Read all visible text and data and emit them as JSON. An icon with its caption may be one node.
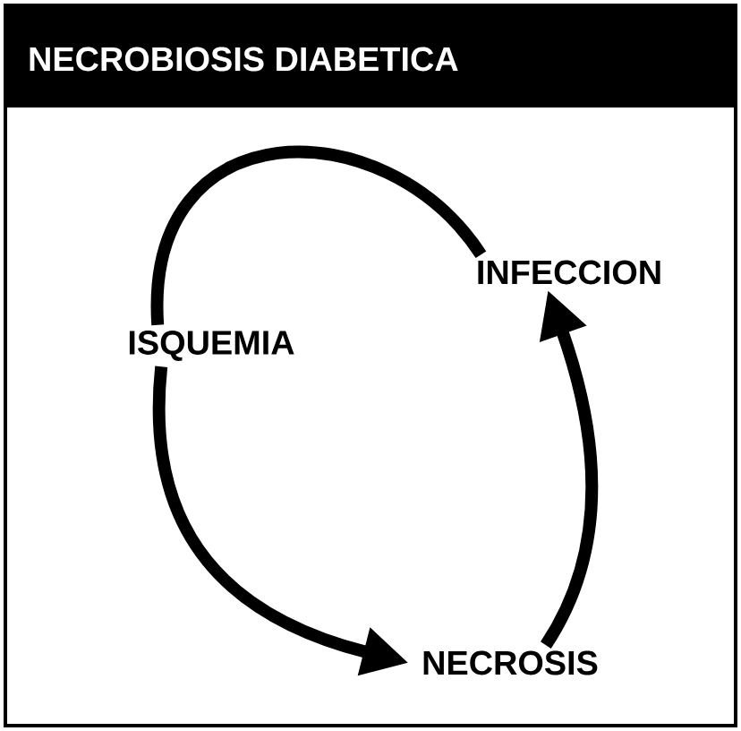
{
  "diagram": {
    "title": "NECROBIOSIS    DIABETICA",
    "nodes": [
      {
        "text": [
          "INFECCION"
        ]
      },
      {
        "text": [
          "ISQUEMIA"
        ]
      },
      {
        "text": [
          "NECROSIS"
        ]
      }
    ],
    "edges": [
      {
        "from": 1,
        "to": 2,
        "arrow": "to"
      },
      {
        "from": 2,
        "to": 0,
        "arrow": "to"
      },
      {
        "from": 1,
        "to": 0,
        "arrow": "none"
      }
    ]
  }
}
